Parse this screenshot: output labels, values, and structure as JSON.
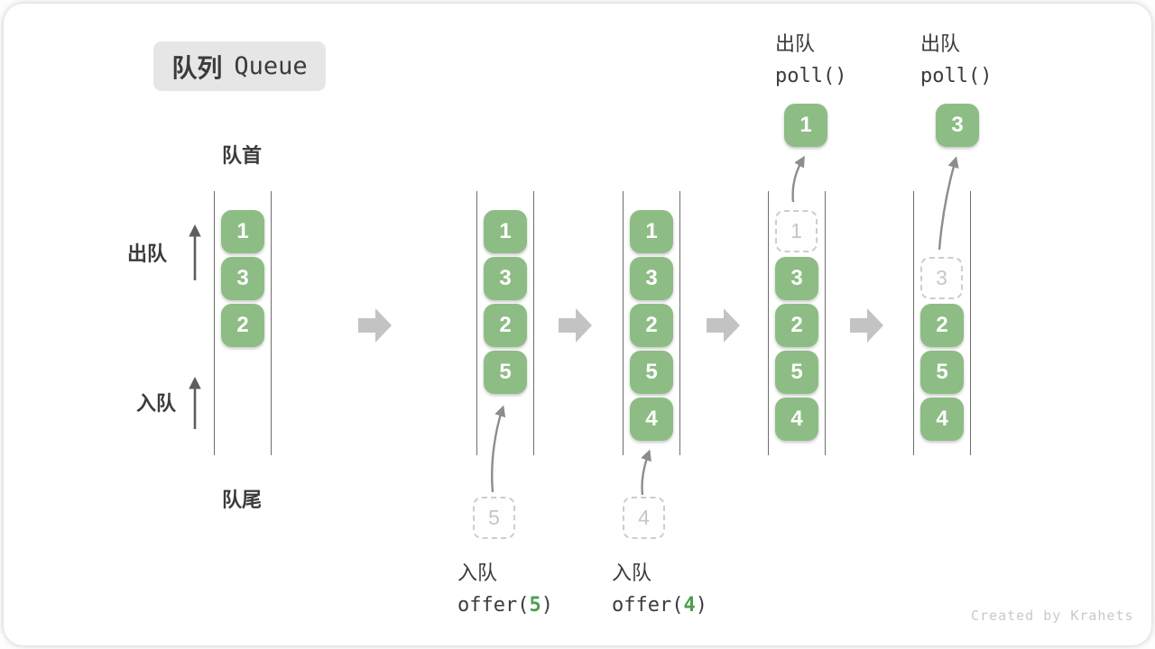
{
  "title": {
    "zh": "队列",
    "en": "Queue"
  },
  "side_labels": {
    "front": "队首",
    "rear": "队尾",
    "dequeue": "出队",
    "enqueue": "入队"
  },
  "queues": [
    {
      "cells": [
        {
          "v": "1",
          "t": "filled",
          "slot": 0
        },
        {
          "v": "3",
          "t": "filled",
          "slot": 1
        },
        {
          "v": "2",
          "t": "filled",
          "slot": 2
        }
      ]
    },
    {
      "cells": [
        {
          "v": "1",
          "t": "filled",
          "slot": 0
        },
        {
          "v": "3",
          "t": "filled",
          "slot": 1
        },
        {
          "v": "2",
          "t": "filled",
          "slot": 2
        },
        {
          "v": "5",
          "t": "filled",
          "slot": 3
        }
      ]
    },
    {
      "cells": [
        {
          "v": "1",
          "t": "filled",
          "slot": 0
        },
        {
          "v": "3",
          "t": "filled",
          "slot": 1
        },
        {
          "v": "2",
          "t": "filled",
          "slot": 2
        },
        {
          "v": "5",
          "t": "filled",
          "slot": 3
        },
        {
          "v": "4",
          "t": "filled",
          "slot": 4
        }
      ]
    },
    {
      "cells": [
        {
          "v": "1",
          "t": "dashed",
          "slot": 0
        },
        {
          "v": "3",
          "t": "filled",
          "slot": 1
        },
        {
          "v": "2",
          "t": "filled",
          "slot": 2
        },
        {
          "v": "5",
          "t": "filled",
          "slot": 3
        },
        {
          "v": "4",
          "t": "filled",
          "slot": 4
        }
      ]
    },
    {
      "cells": [
        {
          "v": "3",
          "t": "dashed",
          "slot": 1
        },
        {
          "v": "2",
          "t": "filled",
          "slot": 2
        },
        {
          "v": "5",
          "t": "filled",
          "slot": 3
        },
        {
          "v": "4",
          "t": "filled",
          "slot": 4
        }
      ]
    }
  ],
  "pending_items": [
    {
      "v": "5"
    },
    {
      "v": "4"
    }
  ],
  "popped_items": [
    {
      "v": "1"
    },
    {
      "v": "3"
    }
  ],
  "poll_captions": [
    {
      "label": "出队",
      "code": "poll()"
    },
    {
      "label": "出队",
      "code": "poll()"
    }
  ],
  "offer_captions": [
    {
      "label": "入队",
      "code_pre": "offer(",
      "arg": "5",
      "code_post": ")"
    },
    {
      "label": "入队",
      "code_pre": "offer(",
      "arg": "4",
      "code_post": ")"
    }
  ],
  "watermark": "Created by Krahets",
  "colors": {
    "box_green": "#8dbd84",
    "arg_green": "#4d9e50",
    "text_dark": "#3b3b3b",
    "dashed_border": "#cdcdcd",
    "dashed_text": "#c6c6c6",
    "block_arrow_gray": "#c3c3c3",
    "curved_arrow_gray": "#8d8d8d",
    "straight_arrow_gray": "#5e5e5e",
    "badge_bg": "#e6e6e6",
    "wall_line_gray": "#6e6e6e",
    "watermark_gray": "#c9c9c9"
  }
}
